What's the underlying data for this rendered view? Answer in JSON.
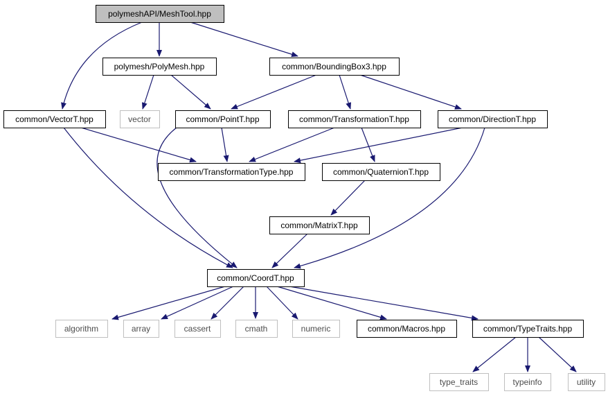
{
  "colors": {
    "edge": "#191970",
    "root_fill": "#bfbfbf",
    "node_border": "#000000",
    "system_border": "#bfbfbf",
    "system_text": "#4d4d4d"
  },
  "nodes": [
    {
      "id": "meshtool",
      "label": "polymeshAPI/MeshTool.hpp",
      "kind": "root"
    },
    {
      "id": "polymesh",
      "label": "polymesh/PolyMesh.hpp",
      "kind": "file"
    },
    {
      "id": "bbox",
      "label": "common/BoundingBox3.hpp",
      "kind": "file"
    },
    {
      "id": "vectort",
      "label": "common/VectorT.hpp",
      "kind": "file"
    },
    {
      "id": "vector",
      "label": "vector",
      "kind": "system"
    },
    {
      "id": "pointt",
      "label": "common/PointT.hpp",
      "kind": "file"
    },
    {
      "id": "transfT",
      "label": "common/TransformationT.hpp",
      "kind": "file"
    },
    {
      "id": "directiont",
      "label": "common/DirectionT.hpp",
      "kind": "file"
    },
    {
      "id": "transfType",
      "label": "common/TransformationType.hpp",
      "kind": "file"
    },
    {
      "id": "quat",
      "label": "common/QuaternionT.hpp",
      "kind": "file"
    },
    {
      "id": "matrix",
      "label": "common/MatrixT.hpp",
      "kind": "file"
    },
    {
      "id": "coord",
      "label": "common/CoordT.hpp",
      "kind": "file"
    },
    {
      "id": "algorithm",
      "label": "algorithm",
      "kind": "system"
    },
    {
      "id": "array",
      "label": "array",
      "kind": "system"
    },
    {
      "id": "cassert",
      "label": "cassert",
      "kind": "system"
    },
    {
      "id": "cmath",
      "label": "cmath",
      "kind": "system"
    },
    {
      "id": "numeric",
      "label": "numeric",
      "kind": "system"
    },
    {
      "id": "macros",
      "label": "common/Macros.hpp",
      "kind": "file"
    },
    {
      "id": "typetraits",
      "label": "common/TypeTraits.hpp",
      "kind": "file"
    },
    {
      "id": "type_traits",
      "label": "type_traits",
      "kind": "system"
    },
    {
      "id": "typeinfo",
      "label": "typeinfo",
      "kind": "system"
    },
    {
      "id": "utility",
      "label": "utility",
      "kind": "system"
    }
  ],
  "edges": [
    {
      "from": "meshtool",
      "to": "polymesh"
    },
    {
      "from": "meshtool",
      "to": "bbox"
    },
    {
      "from": "meshtool",
      "to": "vectort"
    },
    {
      "from": "polymesh",
      "to": "vector"
    },
    {
      "from": "polymesh",
      "to": "pointt"
    },
    {
      "from": "bbox",
      "to": "pointt"
    },
    {
      "from": "bbox",
      "to": "transfT"
    },
    {
      "from": "bbox",
      "to": "directiont"
    },
    {
      "from": "vectort",
      "to": "transfType"
    },
    {
      "from": "vectort",
      "to": "coord"
    },
    {
      "from": "pointt",
      "to": "transfType"
    },
    {
      "from": "pointt",
      "to": "coord"
    },
    {
      "from": "transfT",
      "to": "transfType"
    },
    {
      "from": "transfT",
      "to": "quat"
    },
    {
      "from": "directiont",
      "to": "transfType"
    },
    {
      "from": "directiont",
      "to": "coord"
    },
    {
      "from": "quat",
      "to": "matrix"
    },
    {
      "from": "matrix",
      "to": "coord"
    },
    {
      "from": "coord",
      "to": "algorithm"
    },
    {
      "from": "coord",
      "to": "array"
    },
    {
      "from": "coord",
      "to": "cassert"
    },
    {
      "from": "coord",
      "to": "cmath"
    },
    {
      "from": "coord",
      "to": "numeric"
    },
    {
      "from": "coord",
      "to": "macros"
    },
    {
      "from": "coord",
      "to": "typetraits"
    },
    {
      "from": "typetraits",
      "to": "type_traits"
    },
    {
      "from": "typetraits",
      "to": "typeinfo"
    },
    {
      "from": "typetraits",
      "to": "utility"
    }
  ]
}
